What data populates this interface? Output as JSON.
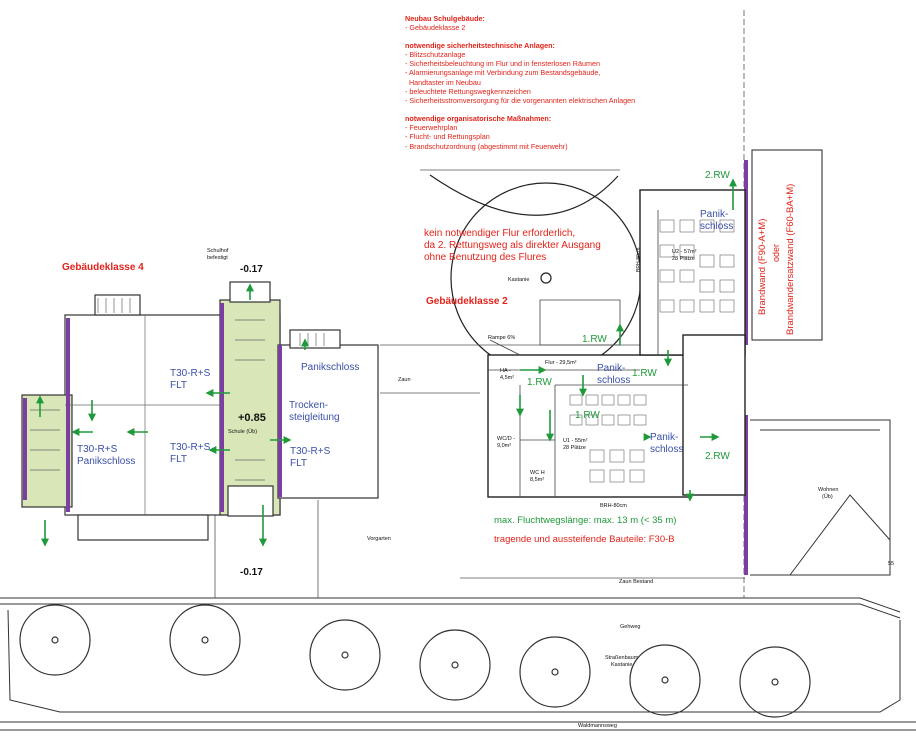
{
  "notes": {
    "new_building_heading": "Neubau Schulgebäude:",
    "new_building_items": [
      "- Gebäudeklasse 2"
    ],
    "safety_heading": "notwendige sicherheitstechnische Anlagen:",
    "safety_items": [
      "- Blitzschutzanlage",
      "- Sicherheitsbeleuchtung im Flur und in fensterlosen Räumen",
      "- Alarmierungsanlage mit Verbindung zum Bestandsgebäude,",
      "  Handtaster im Neubau",
      "- beleuchtete Rettungswegkennzeichen",
      "- Sicherheitsstromversorgung für die vorgenannten elektrischen Anlagen"
    ],
    "org_heading": "notwendige organisatorische Maßnahmen:",
    "org_items": [
      "- Feuerwehrplan",
      "- Flucht- und Rettungsplan",
      "- Brandschutzordnung (abgestimmt mit Feuerwehr)"
    ]
  },
  "red_labels": {
    "class4": "Gebäudeklasse 4",
    "class2": "Gebäudeklasse 2",
    "no_corridor_1": "kein notwendiger Flur erforderlich,",
    "no_corridor_2": "da 2. Rettungsweg als direkter Ausgang",
    "no_corridor_3": "ohne Benutzung des Flures",
    "structural": "tragende und aussteifende Bauteile: F30-B",
    "firewall_1": "Brandwand (F90-A+M)",
    "firewall_2": "oder",
    "firewall_3": "Brandwandersatzwand (F60-BA+M)"
  },
  "green_labels": {
    "max_escape": "max. Fluchtwegslänge: max. 13 m (< 35 m)",
    "rw1_a": "1.RW",
    "rw1_b": "1.RW",
    "rw1_c": "1.RW",
    "rw1_d": "1.RW",
    "rw2_a": "2.RW",
    "rw2_b": "2.RW"
  },
  "blue_labels": {
    "panik_main": "Panikschloss",
    "t30_top": "T30-R+S",
    "flt_top": "FLT",
    "t30_left": "T30-R+S",
    "panik_left": "Panikschloss",
    "t30_mid": "T30-R+S",
    "flt_mid": "FLT",
    "t30_right": "T30-R+S",
    "flt_right": "FLT",
    "dry_riser_1": "Trocken-",
    "dry_riser_2": "steigleitung",
    "panik_u2_1": "Panik-",
    "panik_u2_2": "schloss",
    "panik_center_1": "Panik-",
    "panik_center_2": "schloss",
    "panik_u1_1": "Panik-",
    "panik_u1_2": "schloss"
  },
  "black_labels": {
    "level_top": "-0.17",
    "level_center": "+0.85",
    "level_bottom": "-0.17",
    "schoolyard_1": "Schulhof",
    "schoolyard_2": "befestigt",
    "school": "Schule (Üb)",
    "fence": "Zaun",
    "front_garden": "Vorgarten",
    "fence_existing": "Zaun Bestand",
    "footpath": "Gehweg",
    "street_trees_1": "Straßenbaum",
    "street_trees_2": "Kastanie",
    "street": "Waldmannsweg",
    "chestnut": "Kastanie",
    "ramp": "Rampe 6%",
    "corridor": "Flur - 29,5m²",
    "ha_1": "HA -",
    "ha_2": "4,5m²",
    "wc_1": "WC/D -",
    "wc_2": "9,0m²",
    "wch_1": "WC H",
    "wch_2": "8,5m²",
    "u1_1": "U1 - 55m²",
    "u1_2": "28 Plätze",
    "u2_1": "U2 - 57m²",
    "u2_2": "28 Plätze",
    "brh_bottom": "BRH-80cm",
    "brh_side": "BRH-80cm",
    "housing_1": "Wohnen",
    "housing_2": "(Üb)",
    "corner_num": "55"
  }
}
